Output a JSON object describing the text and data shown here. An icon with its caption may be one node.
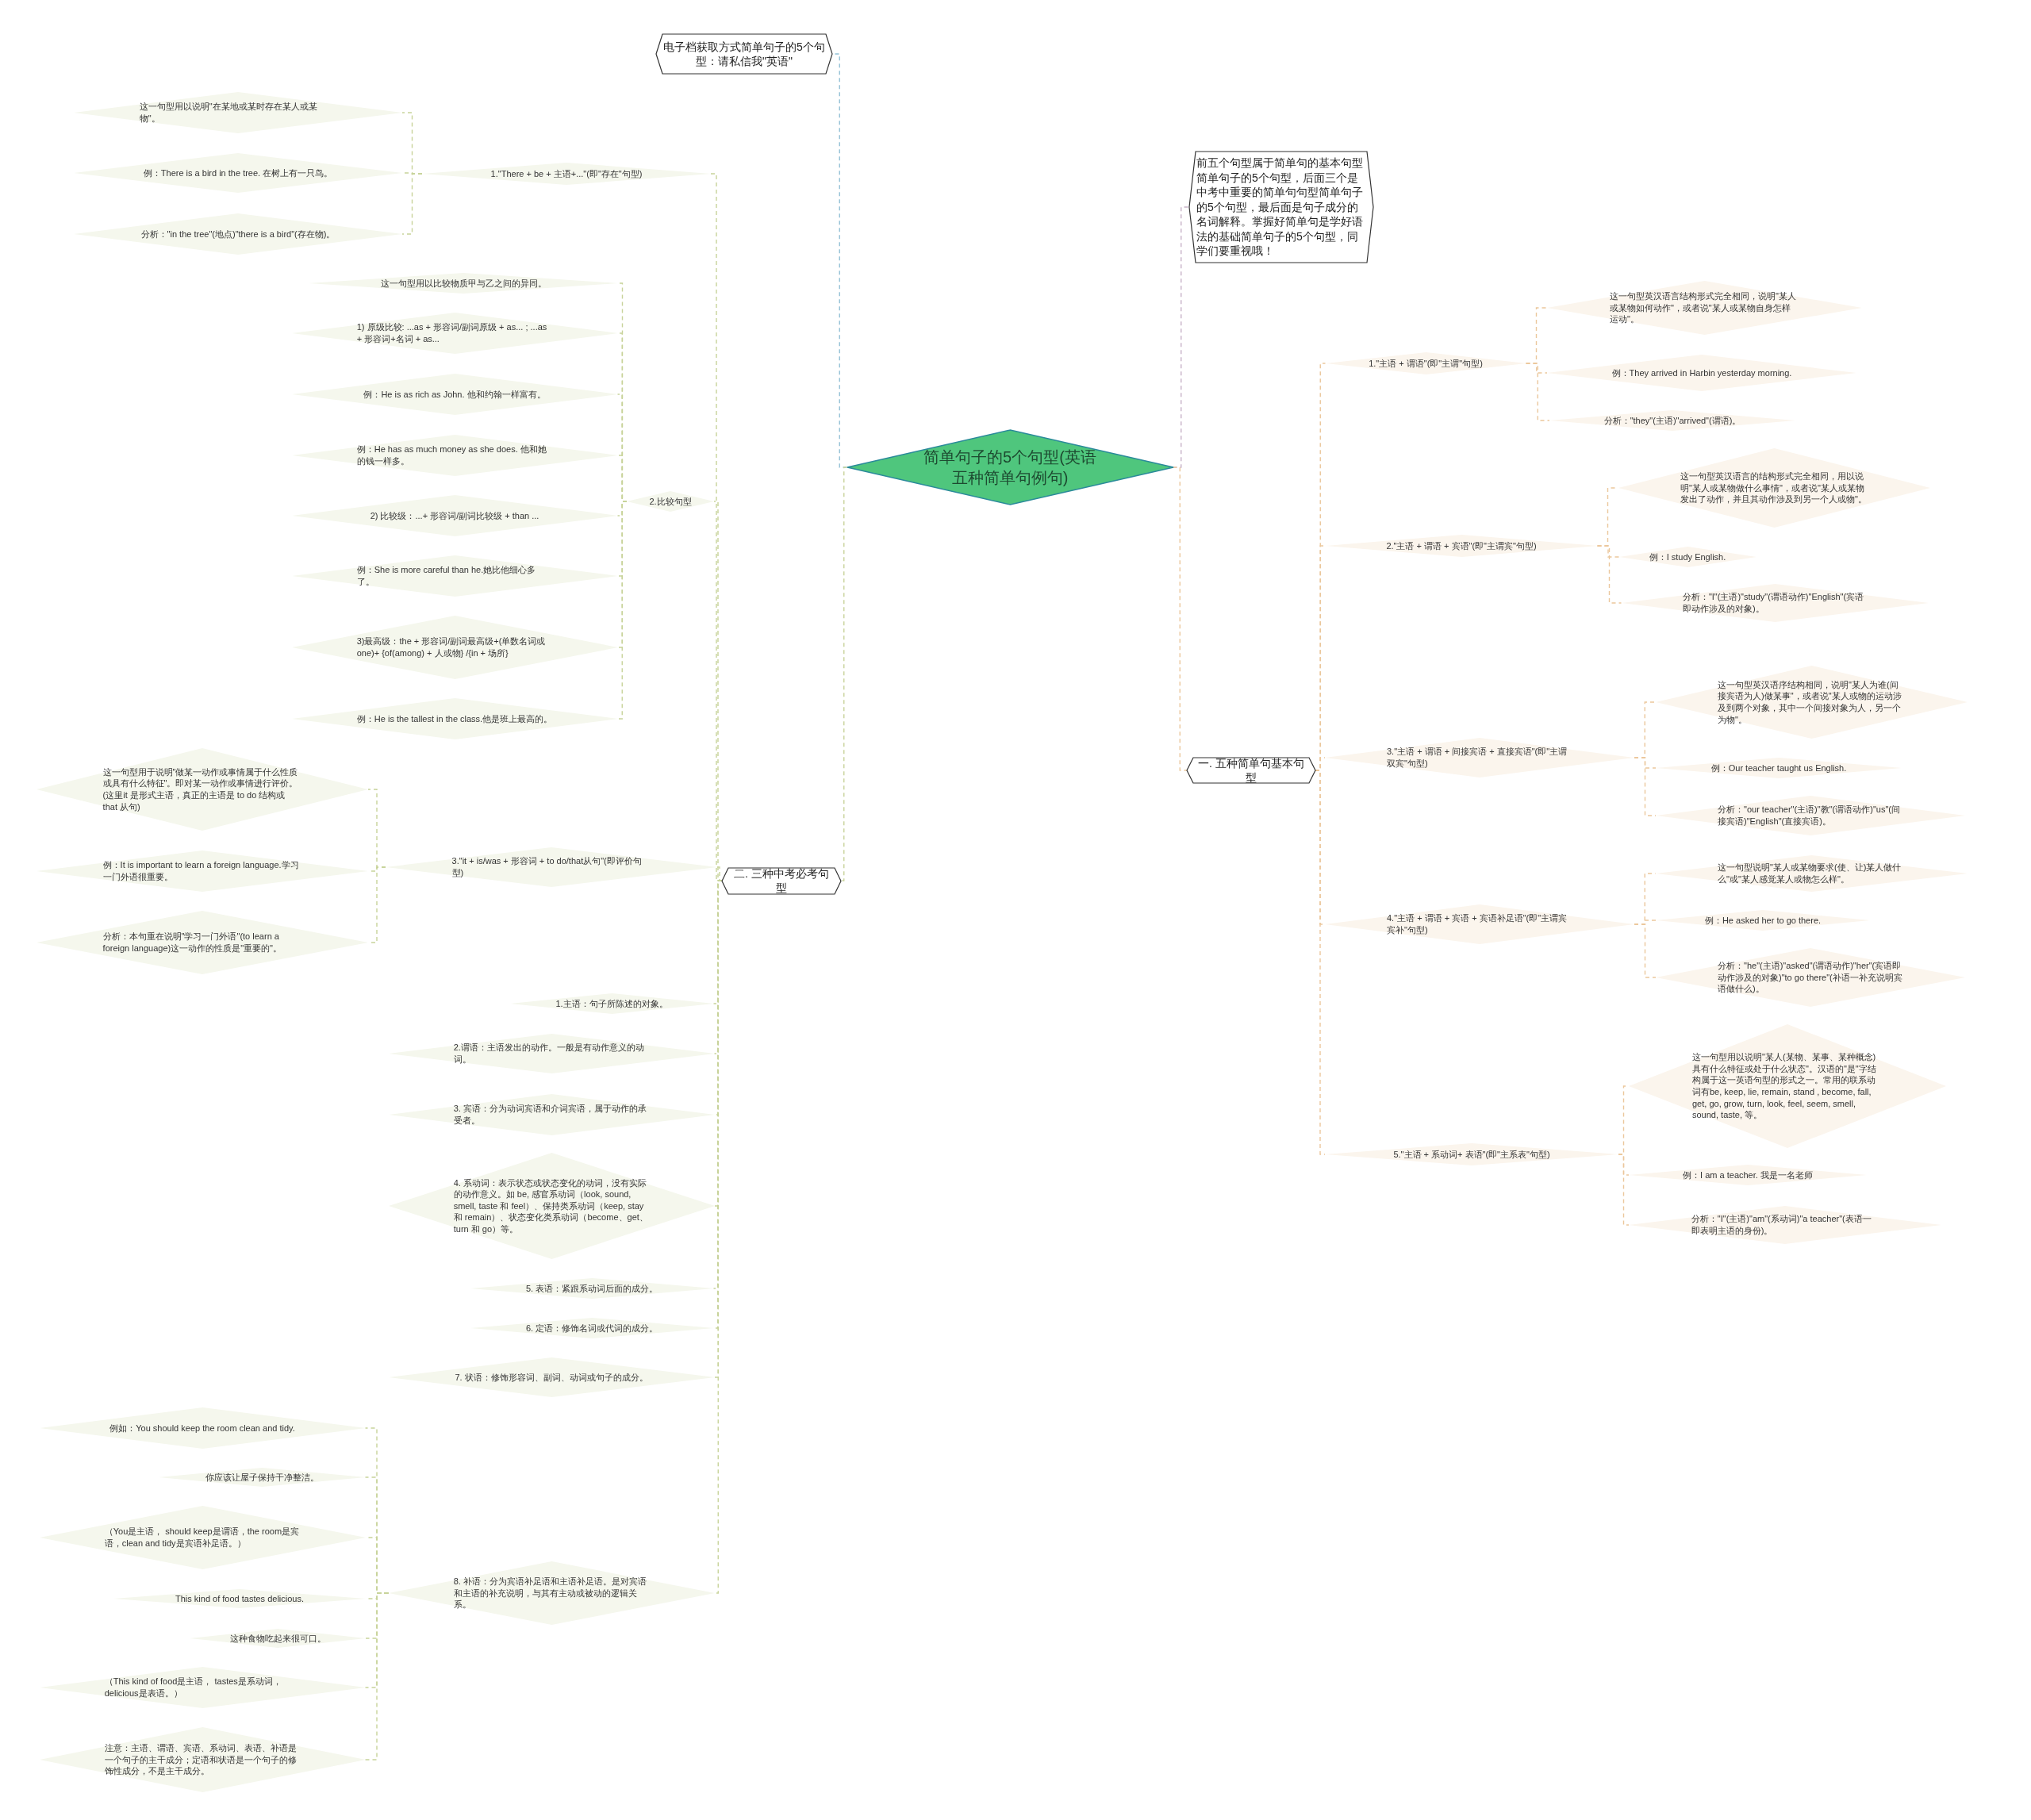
{
  "diagram": {
    "nodes": [
      {
        "text": [
          "简单句子的5个句型(英语五种简单句例句)"
        ]
      },
      {
        "text": [
          "电子档获取方式简单句子的5个句型：请私信我\"英语\""
        ]
      },
      {
        "text": [
          "前五个句型属于简单句的基本句型简单句子的5个句型，后面三个是中考中重要的简单句句型简单句子的5个句型，最后面是句子成分的名词解释。掌握好简单句是学好语法的基础简单句子的5个句型，同学们要重视哦！"
        ]
      },
      {
        "text": [
          "一. 五种简单句基本句型"
        ]
      },
      {
        "text": [
          "二. 三种中考必考句型"
        ]
      },
      {
        "text": [
          "1.\"主语 + 谓语\"(即\"主谓\"句型)"
        ]
      },
      {
        "text": [
          "这一句型英汉语言结构形式完全相同，说明\"某人或某物如何动作\"，或者说\"某人或某物自身怎样运动\"。"
        ]
      },
      {
        "text": [
          "例：They arrived in Harbin yesterday morning."
        ]
      },
      {
        "text": [
          "分析：\"they\"(主语)\"arrived\"(谓语)。"
        ]
      },
      {
        "text": [
          "2.\"主语 + 谓语 + 宾语\"(即\"主谓宾\"句型)"
        ]
      },
      {
        "text": [
          "这一句型英汉语言的结构形式完全相同，用以说明\"某人或某物做什么事情\"，或者说\"某人或某物发出了动作，并且其动作涉及到另一个人或物\"。"
        ]
      },
      {
        "text": [
          "例：I study English."
        ]
      },
      {
        "text": [
          "分析：\"I\"(主语)\"study\"(谓语动作)\"English\"(宾语即动作涉及的对象)。"
        ]
      },
      {
        "text": [
          "3.\"主语 + 谓语 + 间接宾语 + 直接宾语\"(即\"主谓双宾\"句型)"
        ]
      },
      {
        "text": [
          "这一句型英汉语序结构相同，说明\"某人为谁(间接宾语为人)做某事\"，或者说\"某人或物的运动涉及到两个对象，其中一个间接对象为人，另一个为物\"。"
        ]
      },
      {
        "text": [
          "例：Our teacher taught us English."
        ]
      },
      {
        "text": [
          "分析：\"our teacher\"(主语)\"教\"(谓语动作)\"us\"(间接宾语)\"English\"(直接宾语)。"
        ]
      },
      {
        "text": [
          "4.\"主语 + 谓语 + 宾语 + 宾语补足语\"(即\"主谓宾宾补\"句型)"
        ]
      },
      {
        "text": [
          "这一句型说明\"某人或某物要求(使、让)某人做什么\"或\"某人感觉某人或物怎么样\"。"
        ]
      },
      {
        "text": [
          "例：He asked her to go there."
        ]
      },
      {
        "text": [
          "分析：\"he\"(主语)\"asked\"(谓语动作)\"her\"(宾语即动作涉及的对象)\"to go there\"(补语一补充说明宾语做什么)。"
        ]
      },
      {
        "text": [
          "5.\"主语 + 系动词+ 表语\"(即\"主系表\"句型)"
        ]
      },
      {
        "text": [
          "这一句型用以说明\"某人(某物、某事、某种概念)具有什么特征或处于什么状态\"。汉语的\"是\"字结构属于这一英语句型的形式之一。常用的联系动词有be, keep, lie, remain, stand , become, fall, get, go, grow, turn, look, feel, seem, smell, sound, taste, 等。"
        ]
      },
      {
        "text": [
          "例：I am a teacher. 我是一名老师"
        ]
      },
      {
        "text": [
          "分析：\"I\"(主语)\"am\"(系动词)\"a teacher\"(表语一即表明主语的身份)。"
        ]
      },
      {
        "text": [
          "1.\"There + be + 主语+...\"(即\"存在\"句型)"
        ]
      },
      {
        "text": [
          "这一句型用以说明\"在某地或某时存在某人或某物\"。"
        ]
      },
      {
        "text": [
          "例：There is a bird in the tree. 在树上有一只鸟。"
        ]
      },
      {
        "text": [
          "分析：\"in the tree\"(地点)\"there is a bird\"(存在物)。"
        ]
      },
      {
        "text": [
          "2.比较句型"
        ]
      },
      {
        "text": [
          "这一句型用以比较物质甲与乙之间的异同。"
        ]
      },
      {
        "text": [
          "1) 原级比较: ...as + 形容词/副词原级 + as... ; ...as + 形容词+名词 + as..."
        ]
      },
      {
        "text": [
          "例：He is as rich as John. 他和约翰一样富有。"
        ]
      },
      {
        "text": [
          "例：He has as much money as she does. 他和她的钱一样多。"
        ]
      },
      {
        "text": [
          "2) 比较级：...+ 形容词/副词比较级 + than ..."
        ]
      },
      {
        "text": [
          "例：She is more careful than he.她比他细心多了。"
        ]
      },
      {
        "text": [
          "3)最高级：the + 形容词/副词最高级+(单数名词或one)+ {of(among) + 人或物} /{in + 场所}"
        ]
      },
      {
        "text": [
          "例：He is the tallest in the class.他是班上最高的。"
        ]
      },
      {
        "text": [
          "3.\"it + is/was + 形容词 + to do/that从句\"(即评价句型)"
        ]
      },
      {
        "text": [
          "这一句型用于说明\"做某一动作或事情属于什么性质或具有什么特征\"。即对某一动作或事情进行评价。(这里it 是形式主语，真正的主语是 to do 结构或 that 从句)"
        ]
      },
      {
        "text": [
          "例：It is important to learn a foreign language.学习一门外语很重要。"
        ]
      },
      {
        "text": [
          "分析：本句重在说明\"学习一门外语\"(to learn a foreign language)这一动作的性质是\"重要的\"。"
        ]
      },
      {
        "text": [
          "1.主语：句子所陈述的对象。"
        ]
      },
      {
        "text": [
          "2.谓语：主语发出的动作。一般是有动作意义的动词。"
        ]
      },
      {
        "text": [
          "3. 宾语：分为动词宾语和介词宾语，属于动作的承受者。"
        ]
      },
      {
        "text": [
          "4. 系动词：表示状态或状态变化的动词，没有实际的动作意义。如 be, 感官系动词（look, sound, smell, taste 和 feel）、保持类系动词（keep, stay 和 remain）、状态变化类系动词（become、get、turn 和 go）等。"
        ]
      },
      {
        "text": [
          "5. 表语：紧跟系动词后面的成分。"
        ]
      },
      {
        "text": [
          "6. 定语：修饰名词或代词的成分。"
        ]
      },
      {
        "text": [
          "7. 状语：修饰形容词、副词、动词或句子的成分。"
        ]
      },
      {
        "text": [
          "8. 补语：分为宾语补足语和主语补足语。是对宾语和主语的补充说明，与其有主动或被动的逻辑关系。"
        ]
      },
      {
        "text": [
          "例如：You should keep the room clean and tidy."
        ]
      },
      {
        "text": [
          "你应该让屋子保持干净整洁。"
        ]
      },
      {
        "text": [
          "（You是主语， should keep是谓语，the room是宾语，clean and tidy是宾语补足语。）"
        ]
      },
      {
        "text": [
          "This kind of food tastes delicious."
        ]
      },
      {
        "text": [
          "这种食物吃起来很可口。"
        ]
      },
      {
        "text": [
          "（This kind of food是主语， tastes是系动词， delicious是表语。）"
        ]
      },
      {
        "text": [
          "注意：主语、谓语、宾语、系动词、表语、补语是一个句子的主干成分；定语和状语是一个句子的修饰性成分，不是主干成分。"
        ]
      }
    ],
    "edges": [
      {
        "from": 0,
        "to": 1,
        "arrow": "none",
        "style": "dashed",
        "color": "#93c1d6"
      },
      {
        "from": 0,
        "to": 2,
        "arrow": "none",
        "style": "dashed",
        "color": "#c7b2c8"
      },
      {
        "from": 0,
        "to": 3,
        "arrow": "none",
        "style": "dashed",
        "color": "#ebc79c"
      },
      {
        "from": 0,
        "to": 4,
        "arrow": "none",
        "style": "dashed"
      },
      {
        "from": 3,
        "to": 5,
        "arrow": "none",
        "style": "dashed",
        "color": "#ebc79c"
      },
      {
        "from": 5,
        "to": 6,
        "arrow": "none",
        "style": "dashed",
        "color": "#ebc79c"
      },
      {
        "from": 5,
        "to": 7,
        "arrow": "none",
        "style": "dashed",
        "color": "#ebc79c"
      },
      {
        "from": 5,
        "to": 8,
        "arrow": "none",
        "style": "dashed",
        "color": "#ebc79c"
      },
      {
        "from": 3,
        "to": 9,
        "arrow": "none",
        "style": "dashed",
        "color": "#ebc79c"
      },
      {
        "from": 9,
        "to": 10,
        "arrow": "none",
        "style": "dashed",
        "color": "#ebc79c"
      },
      {
        "from": 9,
        "to": 11,
        "arrow": "none",
        "style": "dashed",
        "color": "#ebc79c"
      },
      {
        "from": 9,
        "to": 12,
        "arrow": "none",
        "style": "dashed",
        "color": "#ebc79c"
      },
      {
        "from": 3,
        "to": 13,
        "arrow": "none",
        "style": "dashed",
        "color": "#ebc79c"
      },
      {
        "from": 13,
        "to": 14,
        "arrow": "none",
        "style": "dashed",
        "color": "#ebc79c"
      },
      {
        "from": 13,
        "to": 15,
        "arrow": "none",
        "style": "dashed",
        "color": "#ebc79c"
      },
      {
        "from": 13,
        "to": 16,
        "arrow": "none",
        "style": "dashed",
        "color": "#ebc79c"
      },
      {
        "from": 3,
        "to": 17,
        "arrow": "none",
        "style": "dashed",
        "color": "#ebc79c"
      },
      {
        "from": 17,
        "to": 18,
        "arrow": "none",
        "style": "dashed",
        "color": "#ebc79c"
      },
      {
        "from": 17,
        "to": 19,
        "arrow": "none",
        "style": "dashed",
        "color": "#ebc79c"
      },
      {
        "from": 17,
        "to": 20,
        "arrow": "none",
        "style": "dashed",
        "color": "#ebc79c"
      },
      {
        "from": 3,
        "to": 21,
        "arrow": "none",
        "style": "dashed",
        "color": "#ebc79c"
      },
      {
        "from": 21,
        "to": 22,
        "arrow": "none",
        "style": "dashed",
        "color": "#ebc79c"
      },
      {
        "from": 21,
        "to": 23,
        "arrow": "none",
        "style": "dashed",
        "color": "#ebc79c"
      },
      {
        "from": 21,
        "to": 24,
        "arrow": "none",
        "style": "dashed",
        "color": "#ebc79c"
      },
      {
        "from": 4,
        "to": 25,
        "arrow": "none",
        "style": "dashed"
      },
      {
        "from": 25,
        "to": 26,
        "arrow": "none",
        "style": "dashed"
      },
      {
        "from": 25,
        "to": 27,
        "arrow": "none",
        "style": "dashed"
      },
      {
        "from": 25,
        "to": 28,
        "arrow": "none",
        "style": "dashed"
      },
      {
        "from": 4,
        "to": 29,
        "arrow": "none",
        "style": "dashed"
      },
      {
        "from": 29,
        "to": 30,
        "arrow": "none",
        "style": "dashed"
      },
      {
        "from": 29,
        "to": 31,
        "arrow": "none",
        "style": "dashed"
      },
      {
        "from": 29,
        "to": 32,
        "arrow": "none",
        "style": "dashed"
      },
      {
        "from": 29,
        "to": 33,
        "arrow": "none",
        "style": "dashed"
      },
      {
        "from": 29,
        "to": 34,
        "arrow": "none",
        "style": "dashed"
      },
      {
        "from": 29,
        "to": 35,
        "arrow": "none",
        "style": "dashed"
      },
      {
        "from": 29,
        "to": 36,
        "arrow": "none",
        "style": "dashed"
      },
      {
        "from": 29,
        "to": 37,
        "arrow": "none",
        "style": "dashed"
      },
      {
        "from": 4,
        "to": 38,
        "arrow": "none",
        "style": "dashed"
      },
      {
        "from": 38,
        "to": 39,
        "arrow": "none",
        "style": "dashed"
      },
      {
        "from": 38,
        "to": 40,
        "arrow": "none",
        "style": "dashed"
      },
      {
        "from": 38,
        "to": 41,
        "arrow": "none",
        "style": "dashed"
      },
      {
        "from": 4,
        "to": 42,
        "arrow": "none",
        "style": "dashed"
      },
      {
        "from": 4,
        "to": 43,
        "arrow": "none",
        "style": "dashed"
      },
      {
        "from": 4,
        "to": 44,
        "arrow": "none",
        "style": "dashed"
      },
      {
        "from": 4,
        "to": 45,
        "arrow": "none",
        "style": "dashed"
      },
      {
        "from": 4,
        "to": 46,
        "arrow": "none",
        "style": "dashed"
      },
      {
        "from": 4,
        "to": 47,
        "arrow": "none",
        "style": "dashed"
      },
      {
        "from": 4,
        "to": 48,
        "arrow": "none",
        "style": "dashed"
      },
      {
        "from": 4,
        "to": 49,
        "arrow": "none",
        "style": "dashed"
      },
      {
        "from": 49,
        "to": 50,
        "arrow": "none",
        "style": "dashed"
      },
      {
        "from": 49,
        "to": 51,
        "arrow": "none",
        "style": "dashed"
      },
      {
        "from": 49,
        "to": 52,
        "arrow": "none",
        "style": "dashed"
      },
      {
        "from": 49,
        "to": 53,
        "arrow": "none",
        "style": "dashed"
      },
      {
        "from": 49,
        "to": 54,
        "arrow": "none",
        "style": "dashed"
      },
      {
        "from": 49,
        "to": 55,
        "arrow": "none",
        "style": "dashed"
      },
      {
        "from": 49,
        "to": 56,
        "arrow": "none",
        "style": "dashed"
      }
    ]
  }
}
